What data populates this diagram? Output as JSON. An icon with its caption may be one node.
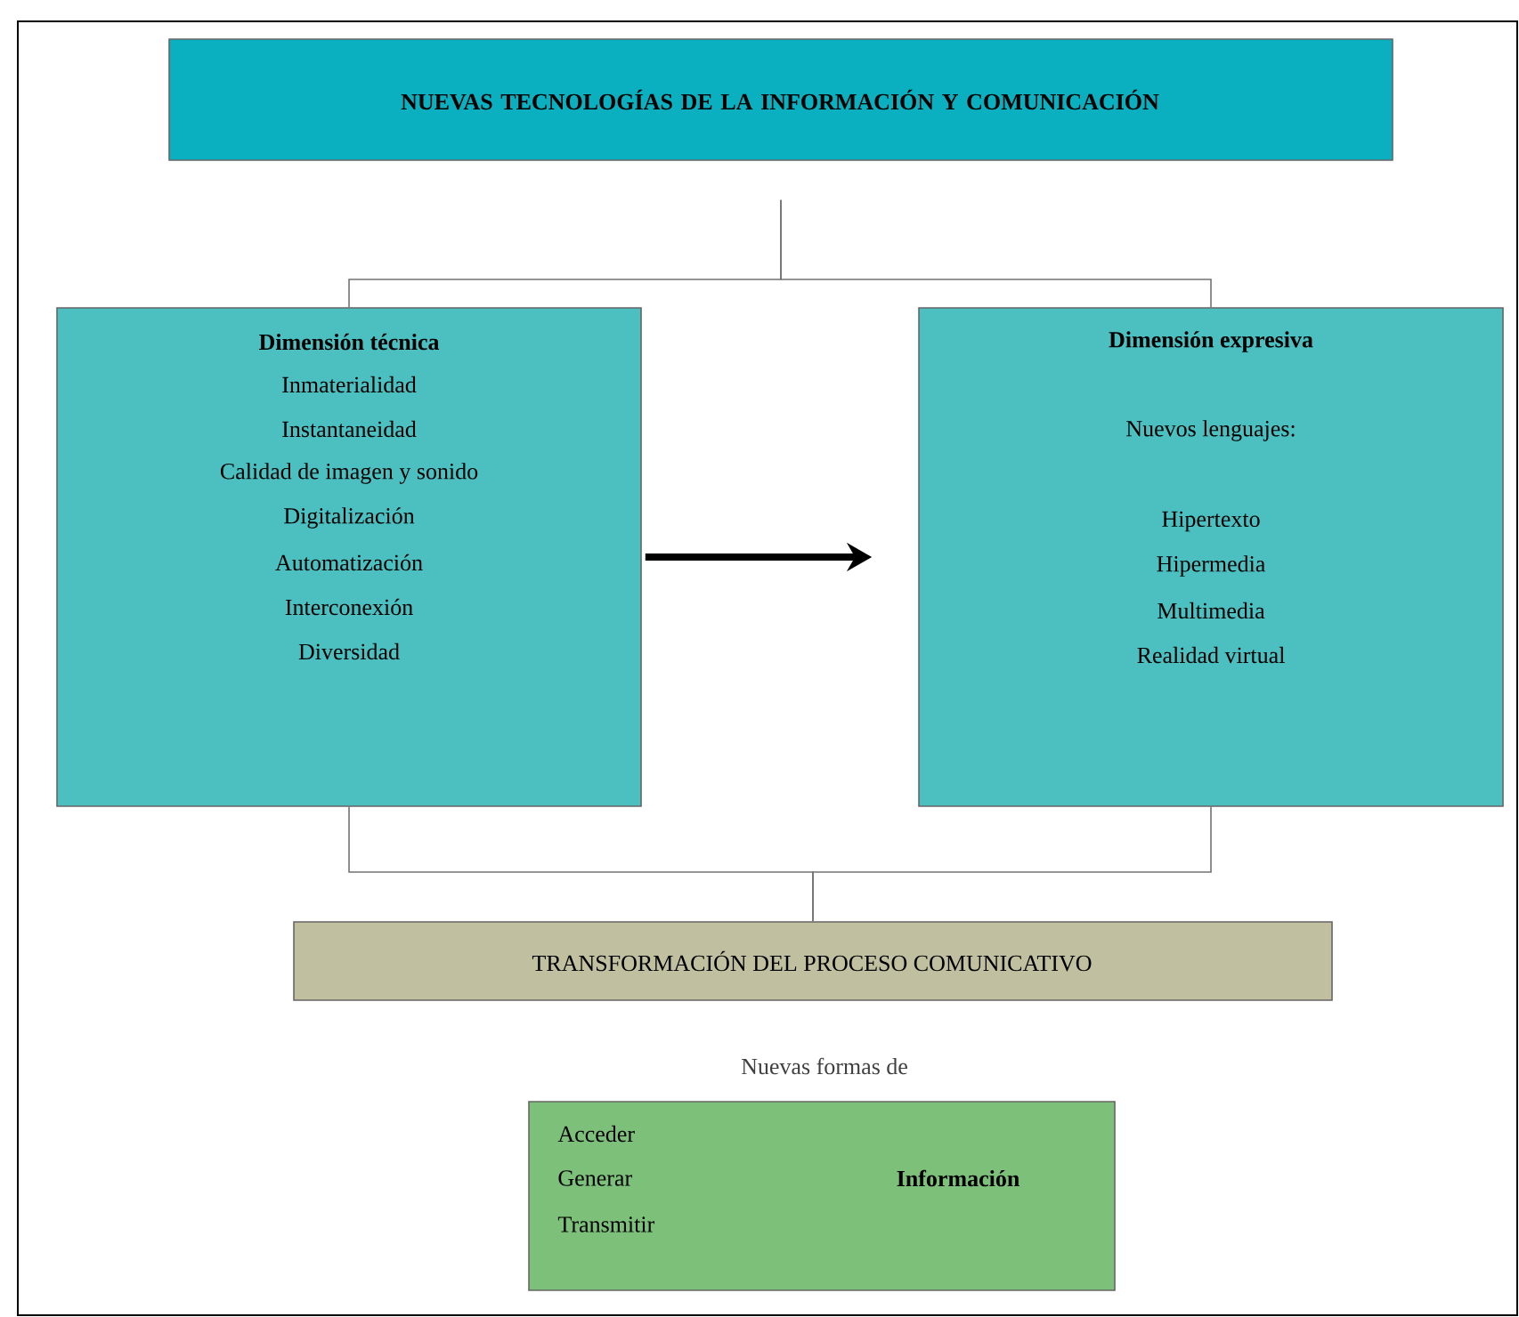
{
  "diagram": {
    "nodes": [
      {
        "text": [
          "NUEVAS TECNOLOGÍAS DE LA INFORMACIÓN Y COMUNICACIÓN"
        ]
      },
      {
        "text": [
          "Dimensión técnica",
          "Inmaterialidad",
          "Instantaneidad",
          "Calidad de imagen y sonido",
          "Digitalización",
          "Automatización",
          "Interconexión",
          "Diversidad"
        ]
      },
      {
        "text": [
          "Dimensión expresiva",
          "Nuevos lenguajes:",
          "Hipertexto",
          "Hipermedia",
          "Multimedia",
          "Realidad virtual"
        ]
      },
      {
        "text": [
          "TRANSFORMACIÓN DEL PROCESO COMUNICATIVO"
        ]
      },
      {
        "text": [
          "Acceder",
          "Generar",
          "Transmitir",
          "Información"
        ],
        "beside": [
          "Nuevas formas de"
        ]
      }
    ],
    "edges": [
      {
        "from": 0,
        "to": 1,
        "arrow": "none"
      },
      {
        "from": 0,
        "to": 2,
        "arrow": "none"
      },
      {
        "from": 1,
        "to": 2,
        "arrow": "to",
        "style": "thick",
        "color": "#000000"
      },
      {
        "from": 1,
        "to": 3,
        "arrow": "none"
      },
      {
        "from": 2,
        "to": 3,
        "arrow": "none"
      }
    ]
  }
}
